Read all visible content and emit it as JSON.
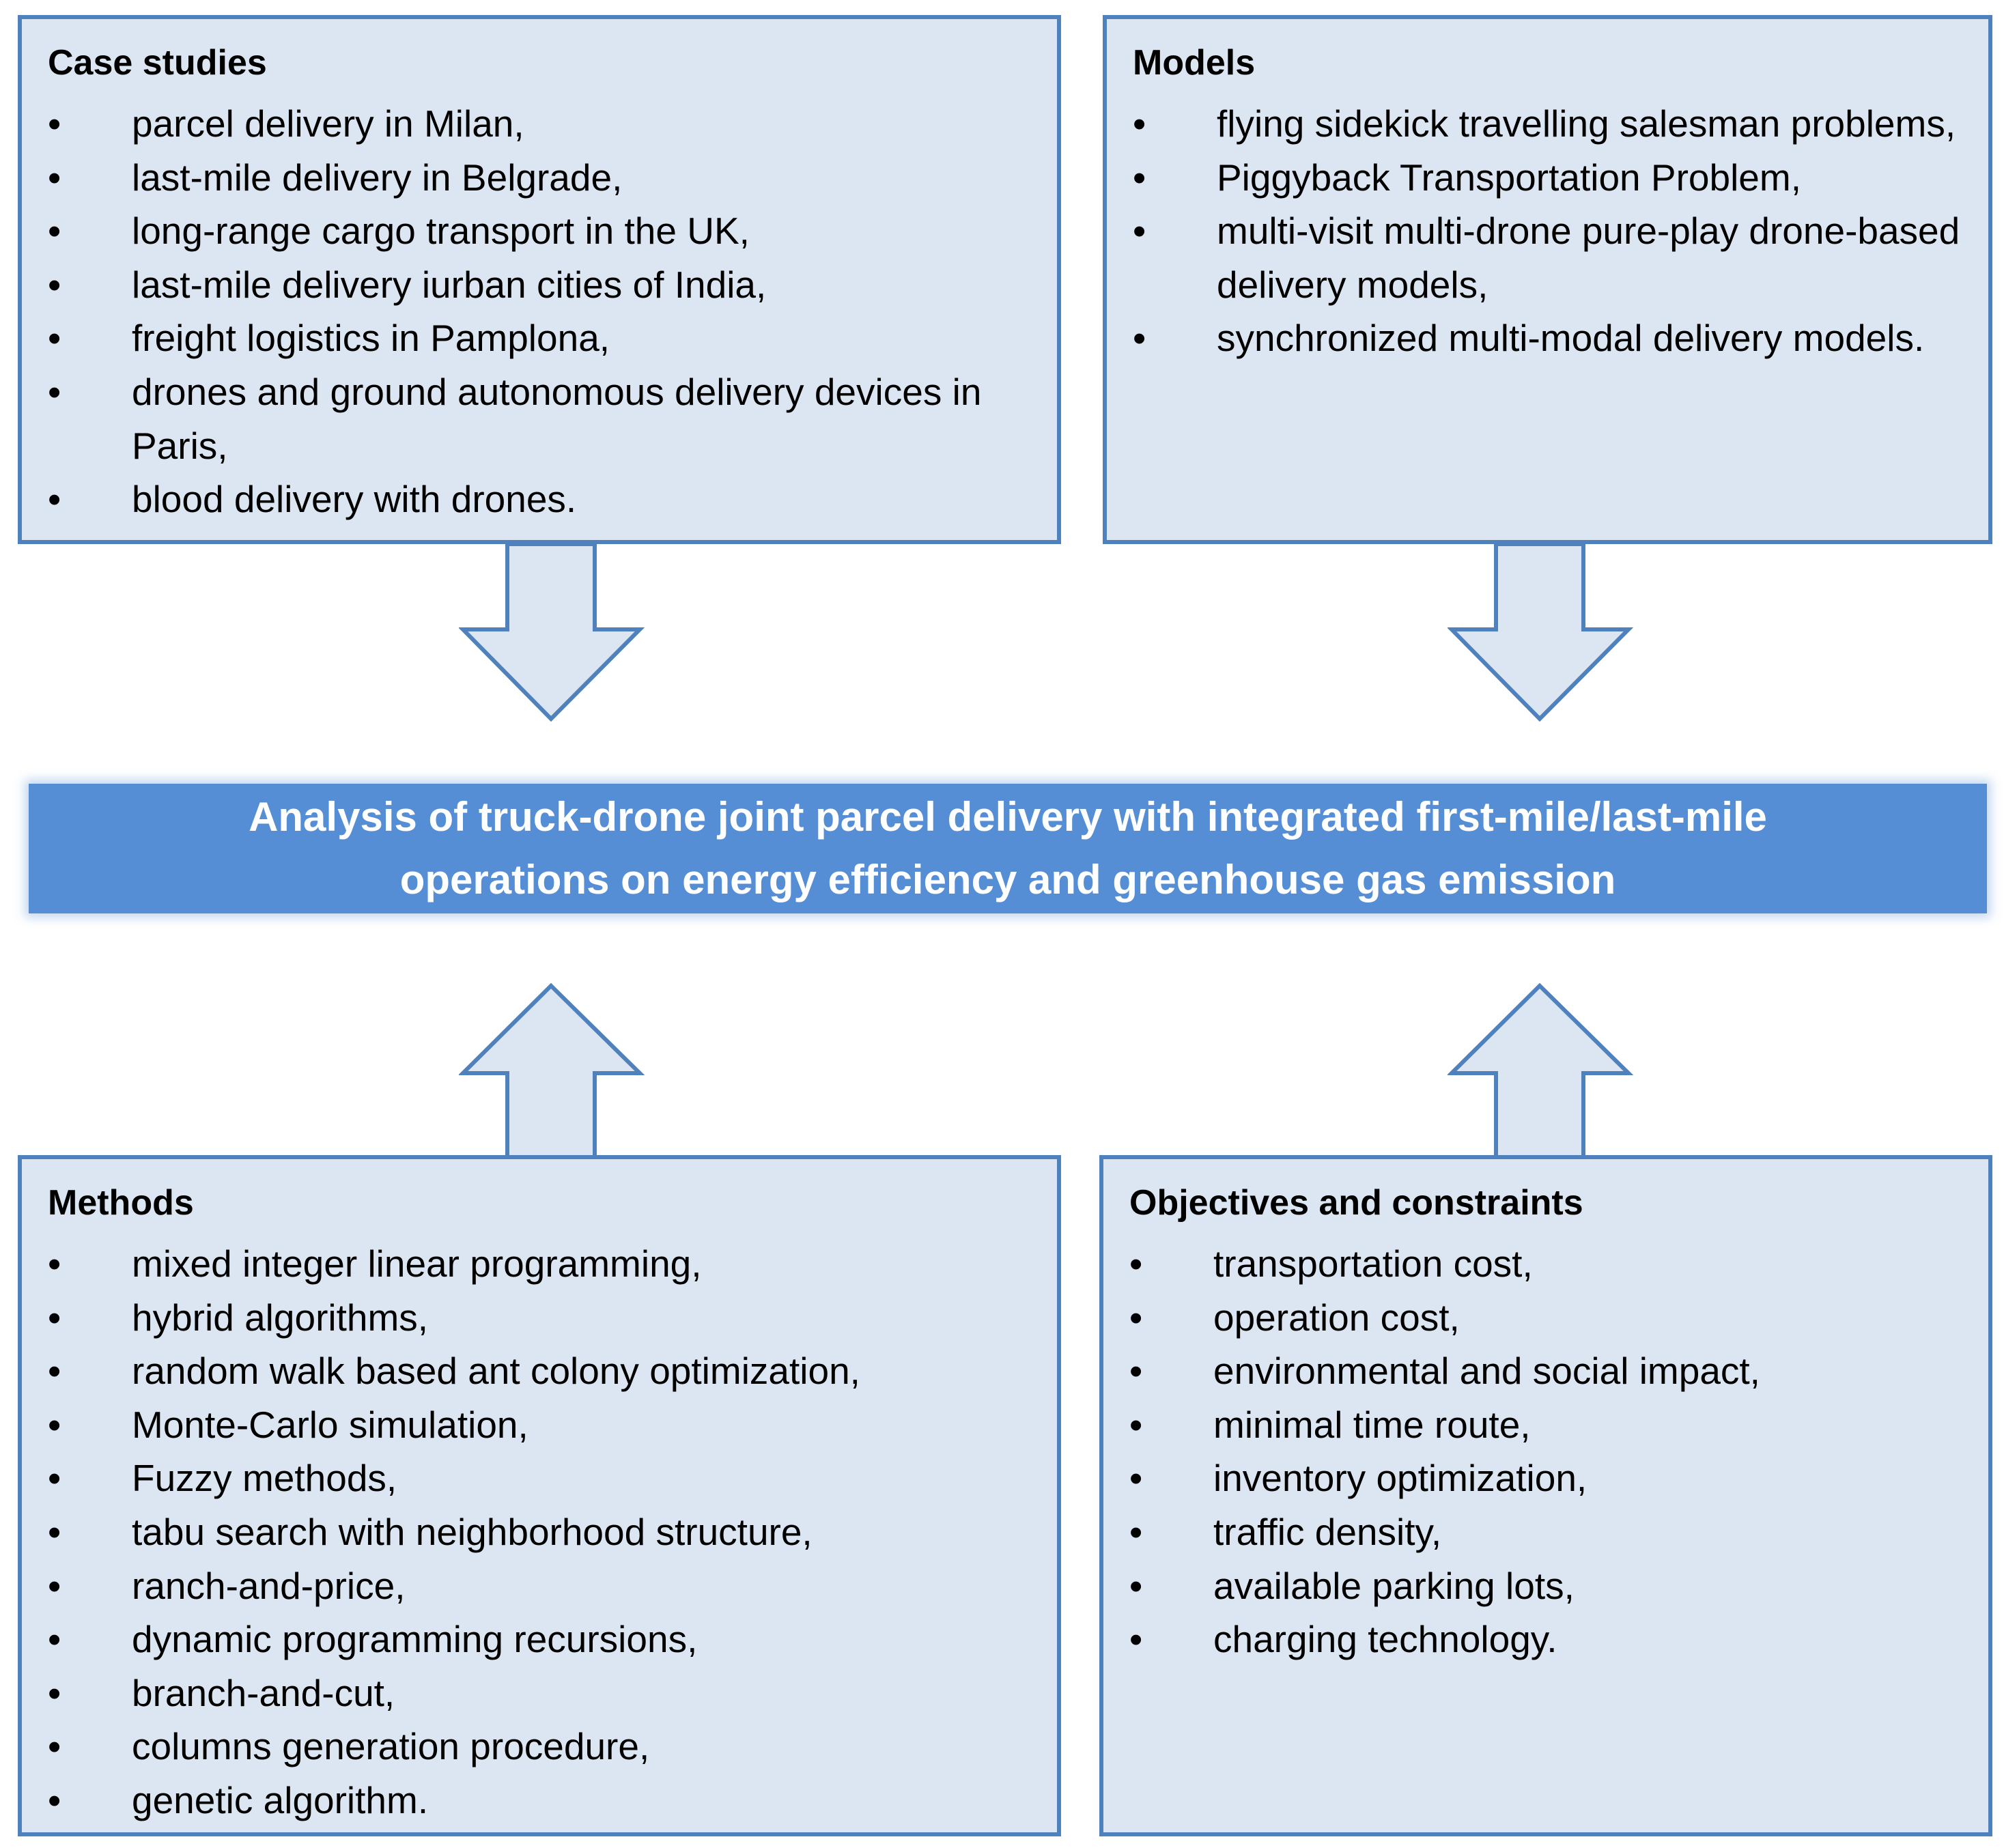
{
  "center": {
    "line1": "Analysis of truck-drone joint parcel delivery with integrated first-mile/last-mile",
    "line2": "operations on energy efficiency and greenhouse gas emission"
  },
  "case_studies": {
    "title": "Case studies",
    "items": [
      "parcel delivery in Milan,",
      "last-mile delivery in Belgrade,",
      "long-range cargo transport in the UK,",
      "last-mile delivery iurban cities of India,",
      "freight logistics in Pamplona,",
      "drones and ground autonomous delivery devices in Paris,",
      "blood delivery with drones."
    ]
  },
  "models": {
    "title": "Models",
    "items": [
      "flying sidekick travelling salesman problems,",
      "Piggyback Transportation Problem,",
      "multi-visit multi-drone pure-play drone-based delivery models,",
      "synchronized multi-modal delivery models."
    ]
  },
  "methods": {
    "title": "Methods",
    "items": [
      "mixed integer linear programming,",
      "hybrid algorithms,",
      "random walk based ant colony optimization,",
      "Monte-Carlo simulation,",
      "Fuzzy methods,",
      "tabu search with neighborhood structure,",
      "ranch-and-price,",
      "dynamic programming recursions,",
      "branch-and-cut,",
      "columns generation procedure,",
      "genetic algorithm."
    ]
  },
  "objectives": {
    "title": "Objectives and constraints",
    "items": [
      "transportation cost,",
      "operation cost,",
      "environmental and social impact,",
      "minimal time route,",
      "inventory optimization,",
      "traffic density,",
      "available parking lots,",
      "charging technology."
    ]
  },
  "bullet_symbol": "•",
  "colors": {
    "box_fill": "#dce6f2",
    "box_border": "#4f81bd",
    "banner_fill": "#558ed5",
    "banner_text": "#ffffff"
  }
}
